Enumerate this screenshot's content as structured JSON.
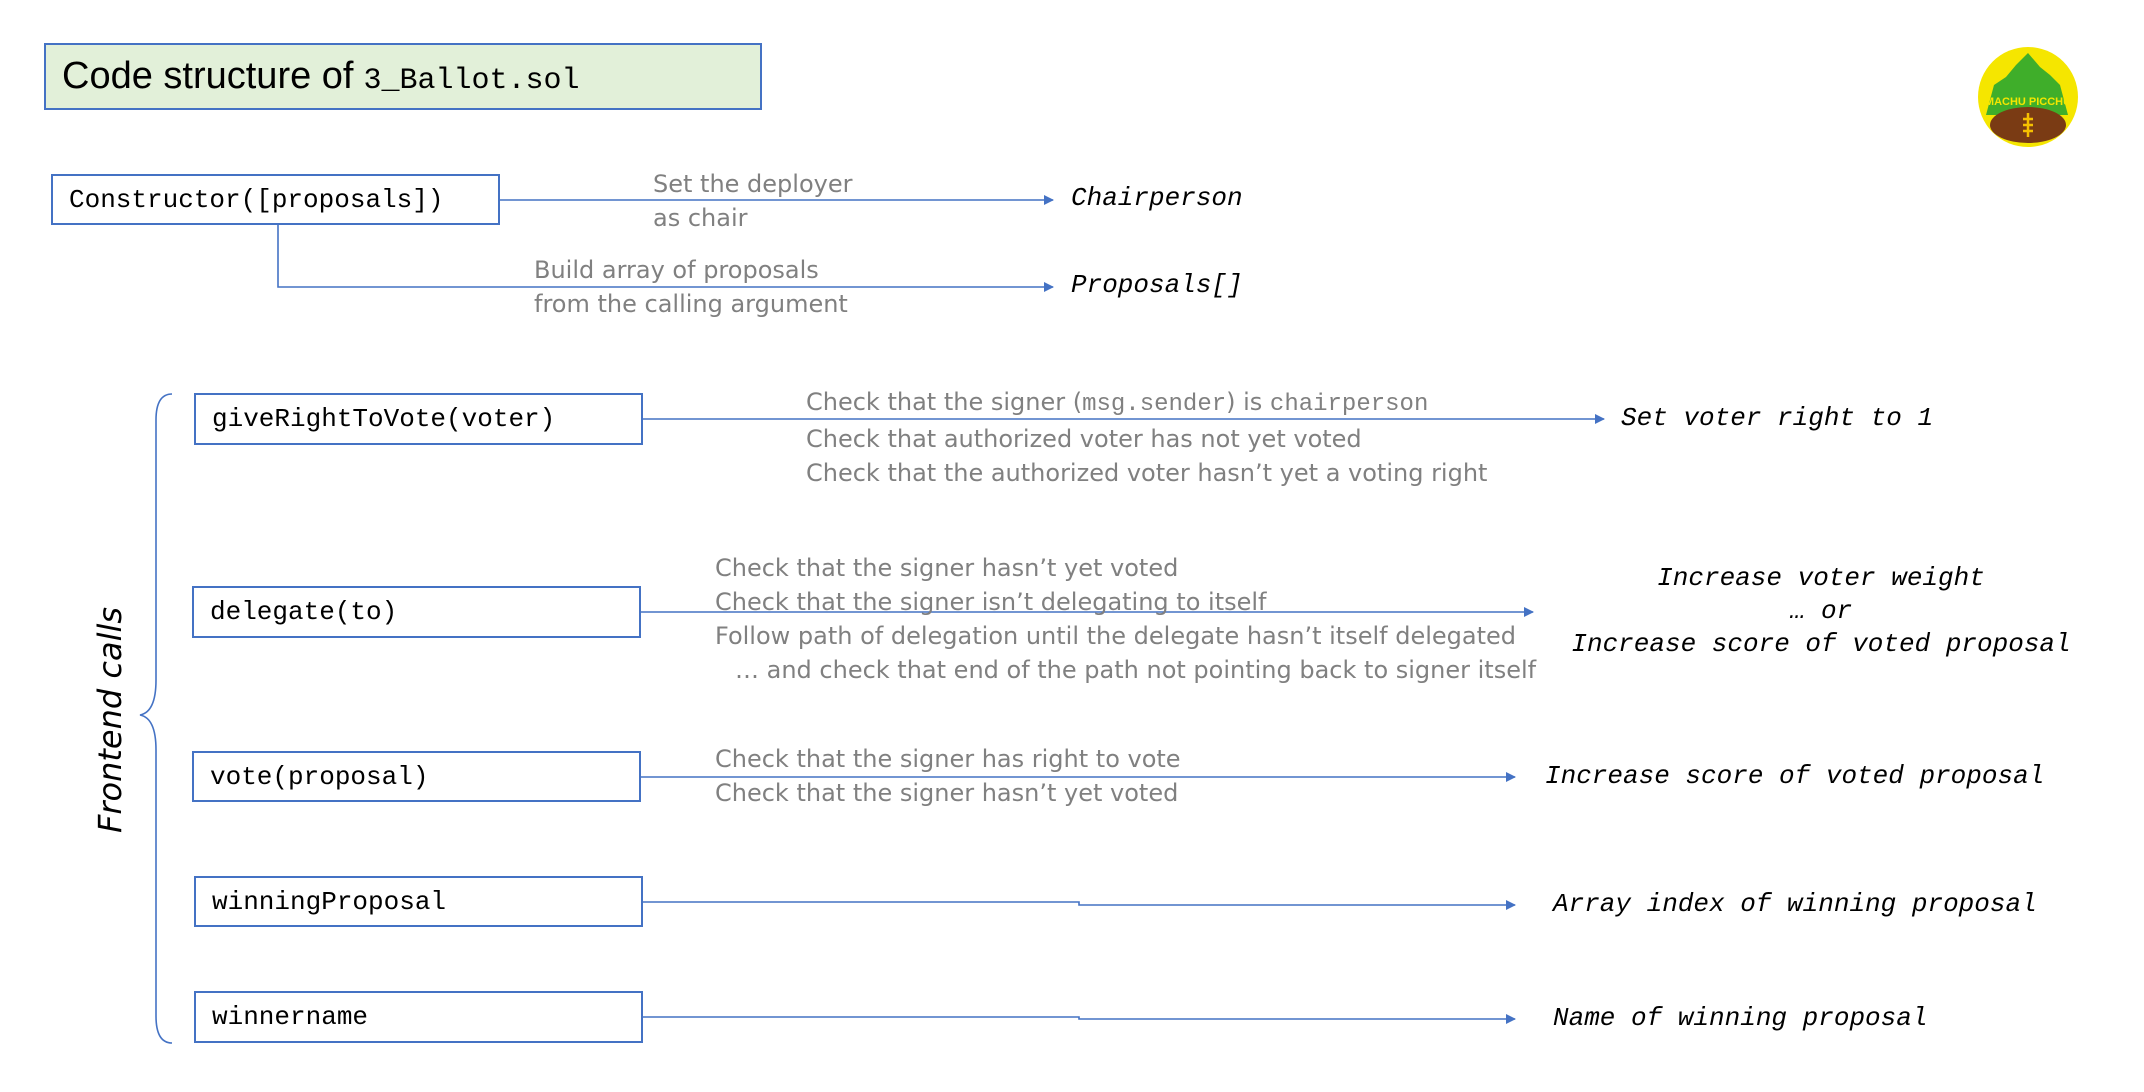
{
  "title": {
    "text": "Code structure of",
    "filename": "3_Ballot.sol"
  },
  "logo": {
    "text": "MACHU PICCHU"
  },
  "constructor": {
    "label": "Constructor([proposals])",
    "note1": [
      "Set the deployer",
      "as chair"
    ],
    "result1": "Chairperson",
    "note2": [
      "Build array of proposals",
      "from the calling argument"
    ],
    "result2": "Proposals[]"
  },
  "group_label": "Frontend calls",
  "functions": {
    "give_right": {
      "label": "giveRightToVote(voter)",
      "note_line1": {
        "a": "Check that the signer (",
        "b": "msg.sender",
        "c": ") is ",
        "d": "chairperson"
      },
      "note_line2": "Check that authorized voter has not yet voted",
      "note_line3": "Check that the authorized voter hasn’t yet a voting right",
      "result": "Set voter right to 1"
    },
    "delegate": {
      "label": "delegate(to)",
      "notes": [
        "Check that the signer hasn’t yet voted",
        "Check that the signer isn’t delegating to itself",
        "Follow path of delegation until the delegate hasn’t itself delegated",
        "… and check that end of the path not pointing back to signer itself"
      ],
      "result": [
        "Increase voter weight",
        "… or",
        "Increase score of voted proposal"
      ]
    },
    "vote": {
      "label": "vote(proposal)",
      "notes": [
        "Check that the signer has right to vote",
        "Check that the signer hasn’t yet voted"
      ],
      "result": "Increase score of voted proposal"
    },
    "winning_proposal": {
      "label": "winningProposal",
      "result": "Array index of winning proposal"
    },
    "winnername": {
      "label": "winnername",
      "result": "Name of winning proposal"
    }
  },
  "colors": {
    "accent": "#4472c4",
    "title_bg": "#e2f0d9",
    "note_text": "#808080"
  }
}
